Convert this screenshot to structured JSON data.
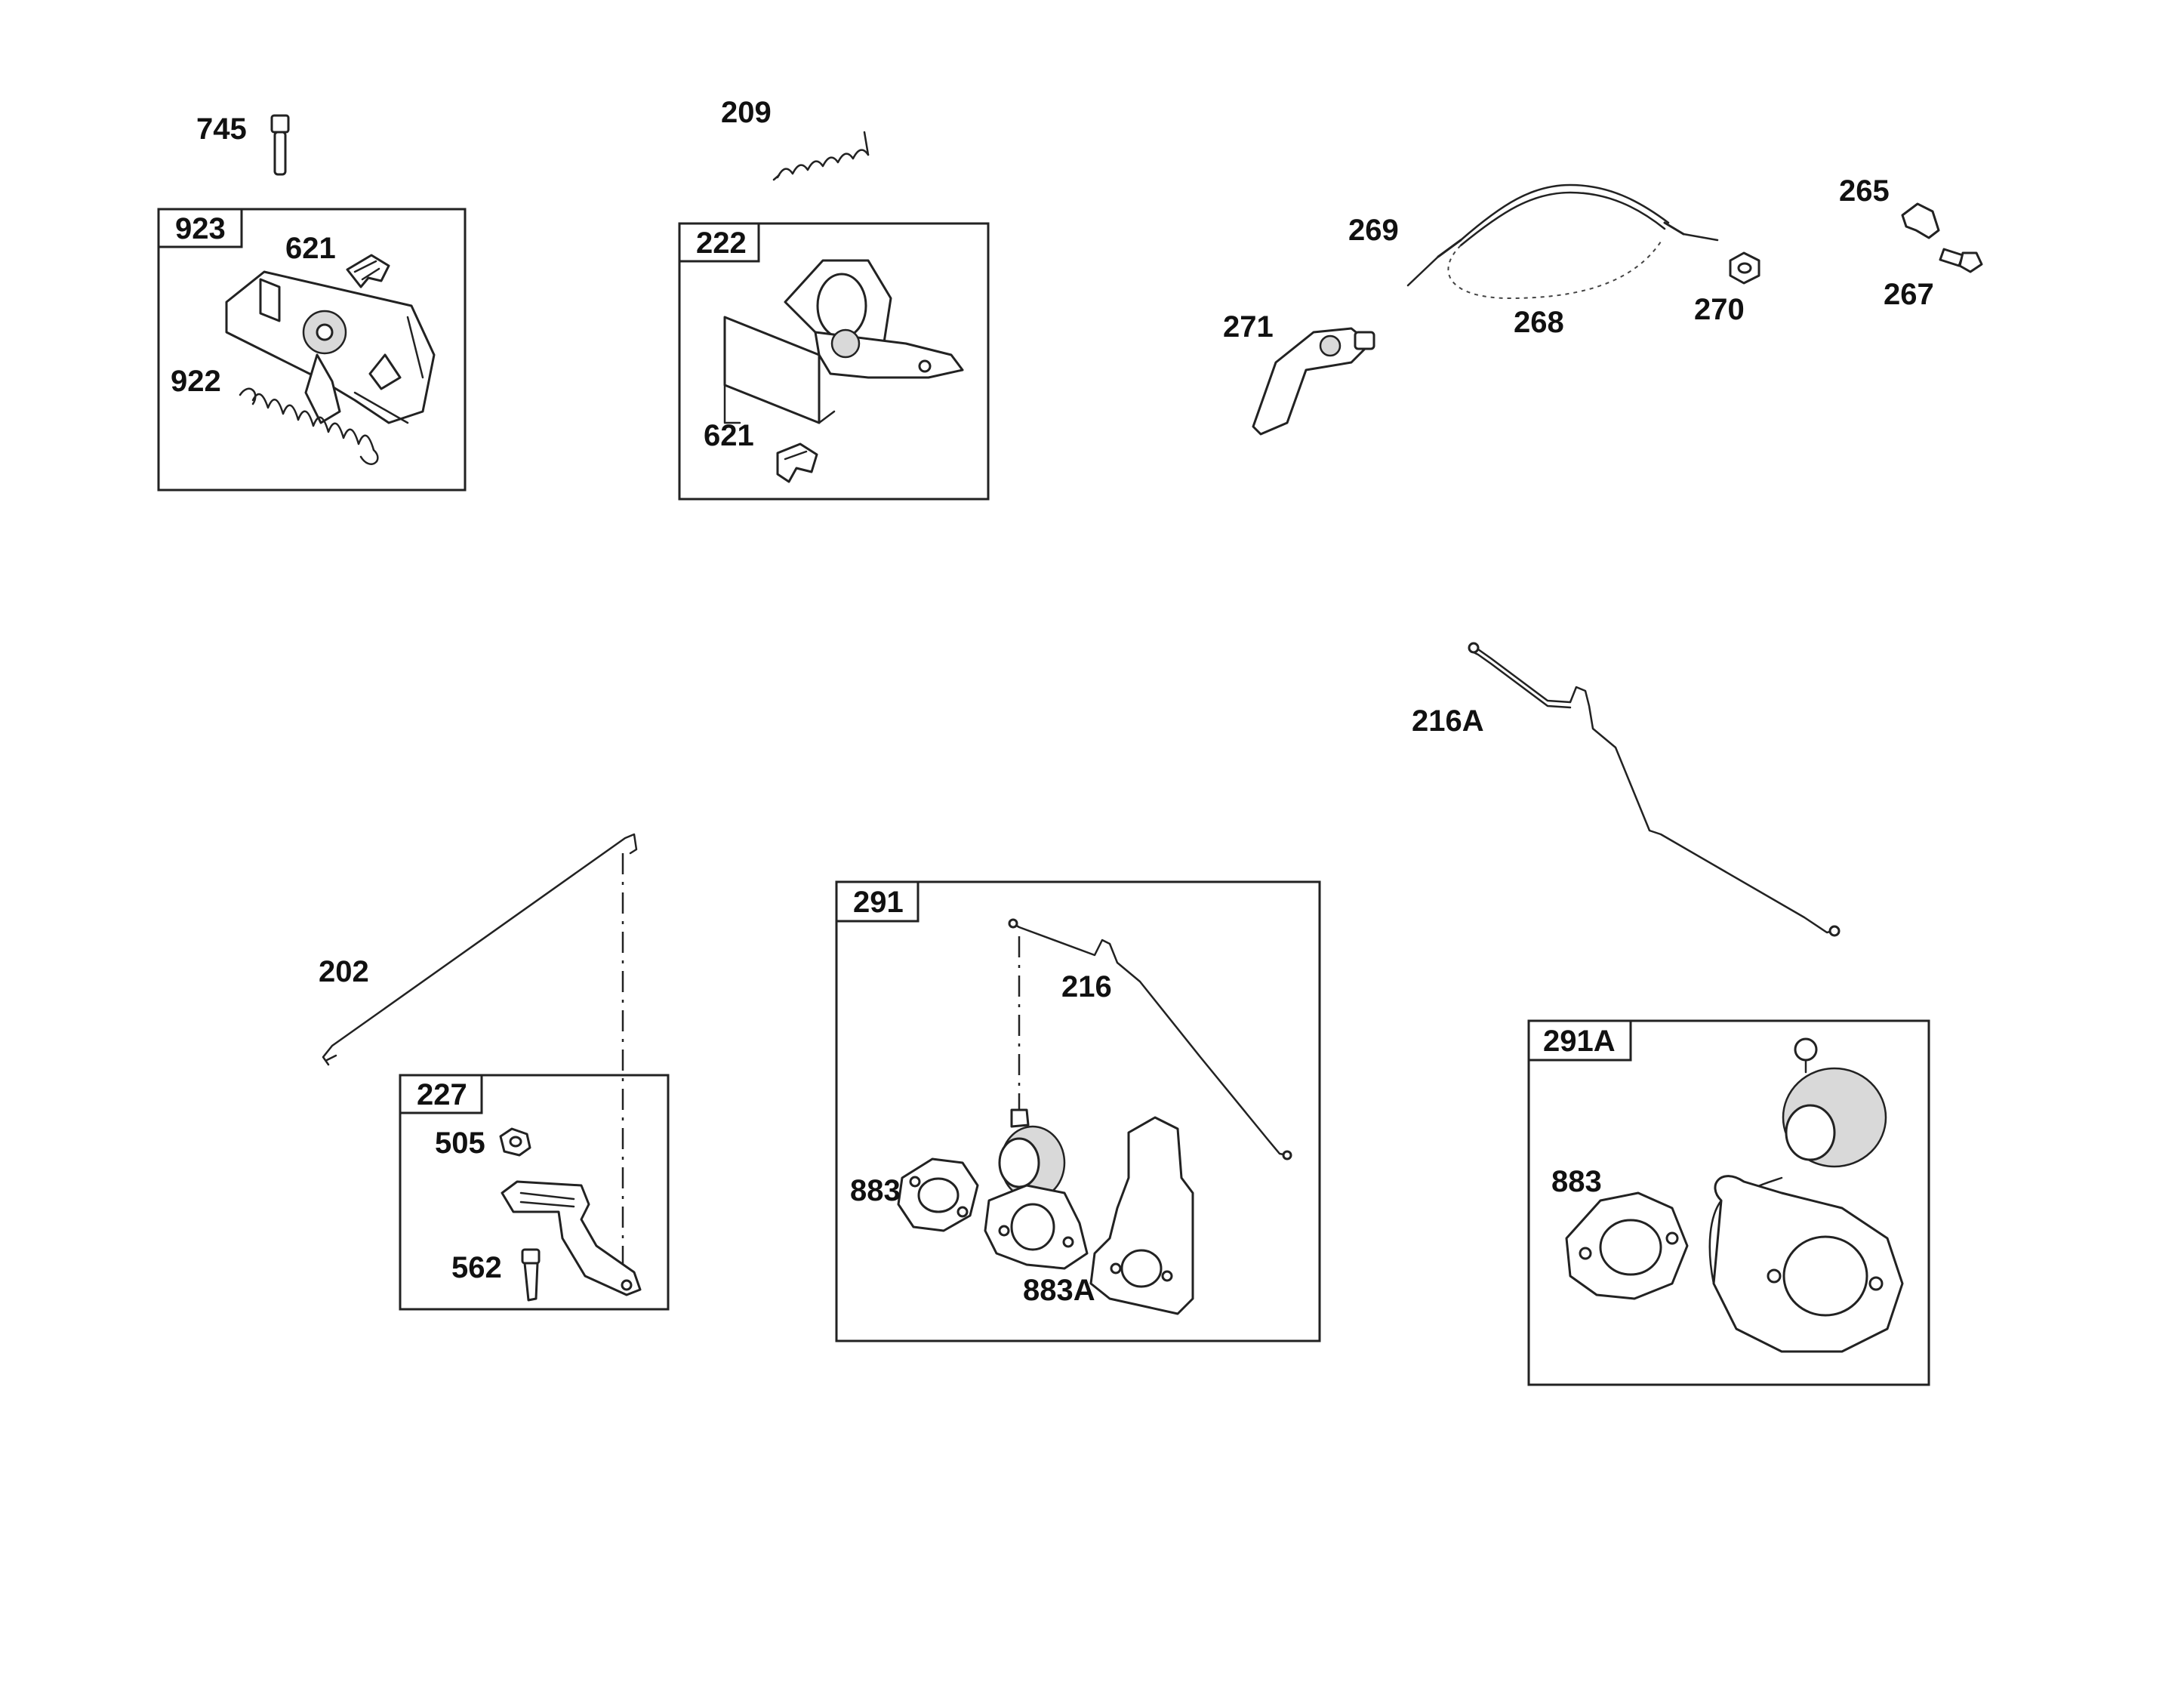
{
  "diagram": {
    "boxes": [
      {
        "id": "923",
        "label": "923"
      },
      {
        "id": "222",
        "label": "222"
      },
      {
        "id": "227",
        "label": "227"
      },
      {
        "id": "291",
        "label": "291"
      },
      {
        "id": "291A",
        "label": "291A"
      }
    ],
    "callouts": {
      "c745": "745",
      "c621a": "621",
      "c922": "922",
      "c209": "209",
      "c621b": "621",
      "c269": "269",
      "c271": "271",
      "c268": "268",
      "c270": "270",
      "c265": "265",
      "c267": "267",
      "c216A": "216A",
      "c202": "202",
      "c505": "505",
      "c562": "562",
      "c216": "216",
      "c883a": "883",
      "c883A": "883A",
      "c883b": "883"
    }
  }
}
